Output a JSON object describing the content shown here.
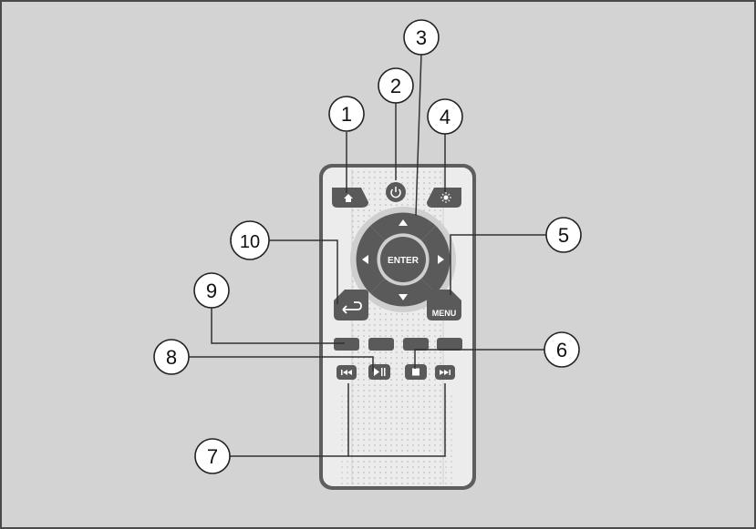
{
  "callouts": [
    {
      "num": "1",
      "target": "home-button"
    },
    {
      "num": "2",
      "target": "power-button"
    },
    {
      "num": "3",
      "target": "up-button"
    },
    {
      "num": "4",
      "target": "brightness-button"
    },
    {
      "num": "5",
      "target": "menu-button"
    },
    {
      "num": "6",
      "target": "stop-button"
    },
    {
      "num": "7",
      "target": "skip-buttons"
    },
    {
      "num": "8",
      "target": "play-pause-button"
    },
    {
      "num": "9",
      "target": "color-buttons"
    },
    {
      "num": "10",
      "target": "back-button"
    }
  ],
  "remote": {
    "enter_label": "ENTER",
    "menu_label": "MENU"
  },
  "icons": {
    "home": "home-icon",
    "power": "power-icon",
    "brightness": "brightness-icon",
    "back": "back-arrow-icon",
    "prev": "skip-back-icon",
    "play_pause": "play-pause-icon",
    "stop": "stop-icon",
    "next": "skip-forward-icon"
  },
  "colors": {
    "background": "#d3d3d3",
    "remote_body": "#e9e9e9",
    "button": "#5a5a5a",
    "line": "#333333"
  }
}
